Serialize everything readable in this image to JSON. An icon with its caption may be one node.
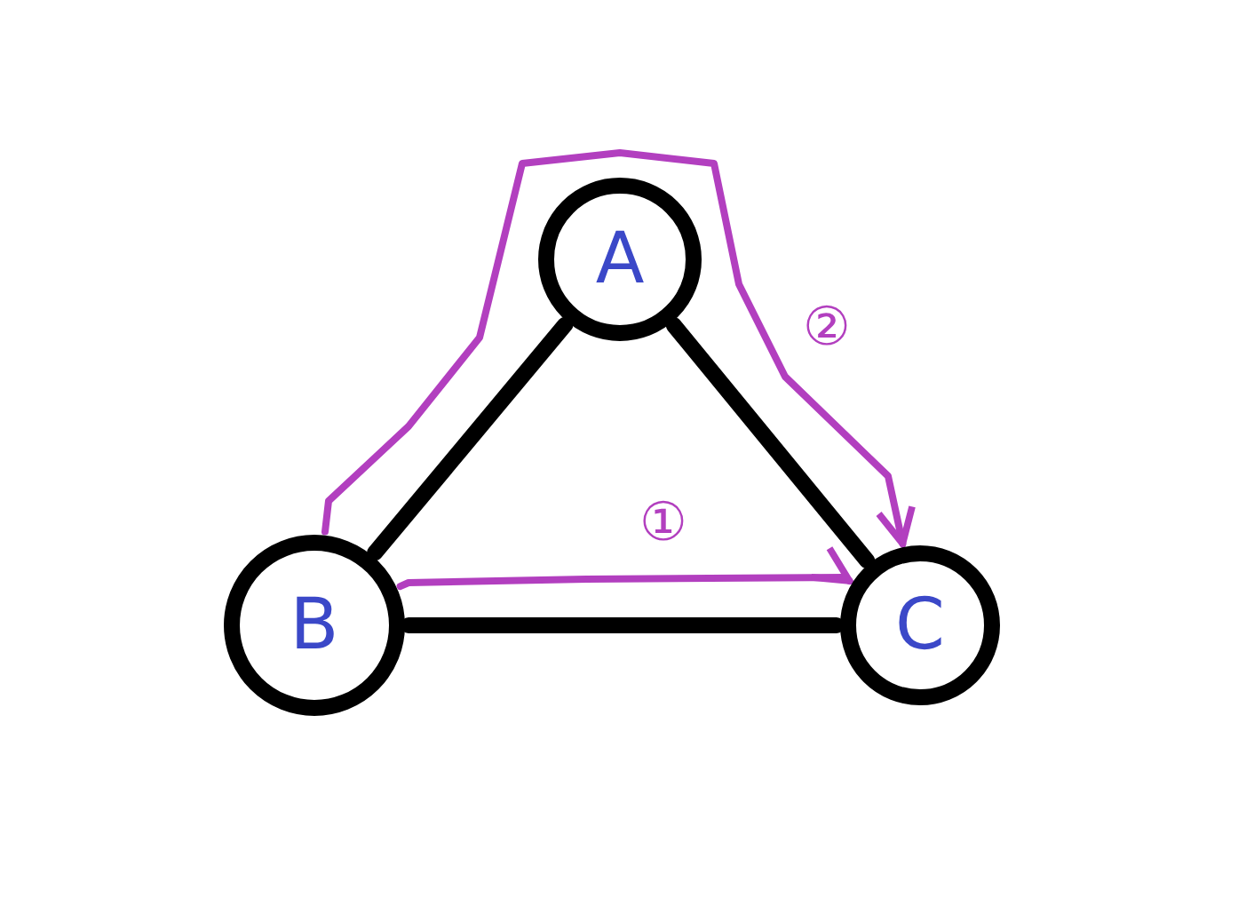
{
  "diagram": {
    "nodes": [
      {
        "text": [
          "A"
        ]
      },
      {
        "text": [
          "B"
        ]
      },
      {
        "text": [
          "C"
        ]
      }
    ],
    "edges": [
      {
        "from": 0,
        "to": 1,
        "arrow": "none"
      },
      {
        "from": 0,
        "to": 2,
        "arrow": "none"
      },
      {
        "from": 1,
        "to": 2,
        "arrow": "none"
      },
      {
        "from": 1,
        "to": 2,
        "arrow": "to",
        "label": "①",
        "color": "#b23fbf"
      },
      {
        "from": 1,
        "to": 2,
        "arrow": "to",
        "label": "②",
        "color": "#b23fbf"
      }
    ]
  }
}
